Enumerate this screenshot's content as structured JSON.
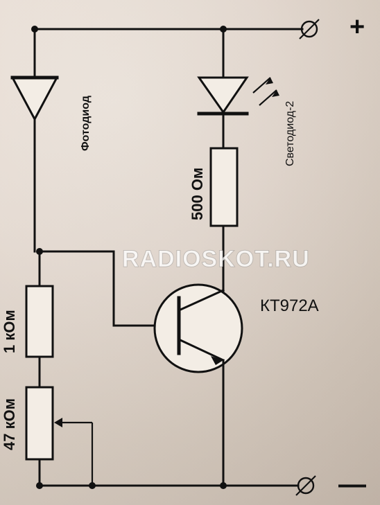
{
  "labels": {
    "plus": "+",
    "minus": "—",
    "photodiode": "Фотодиод",
    "led": "Светодиод-2",
    "resistor_500": "500 Ом",
    "resistor_1k": "1 кОм",
    "resistor_47k": "47 кОм",
    "transistor": "КТ972А",
    "watermark": "RADIOSKOT.RU",
    "terminal_top": "∅",
    "terminal_bottom": "∅"
  },
  "colors": {
    "ink": "#111111",
    "paper": "#e5d9cf"
  }
}
